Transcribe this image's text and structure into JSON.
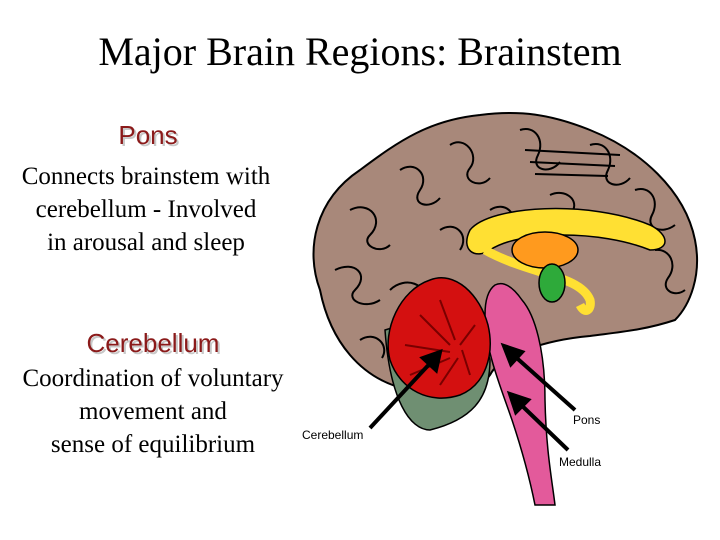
{
  "title": "Major Brain Regions: Brainstem",
  "pons": {
    "heading": "Pons",
    "lines": [
      "Connects brainstem with",
      "cerebellum - Involved",
      "in arousal and sleep"
    ]
  },
  "cerebellum": {
    "heading": "Cerebellum",
    "lines": [
      "Coordination of voluntary",
      "movement and",
      "sense of equilibrium"
    ]
  },
  "diagram_labels": {
    "cerebellum": "Cerebellum",
    "pons": "Pons",
    "medulla": "Medulla"
  },
  "colors": {
    "heading": "#8b1a1a",
    "cortex": "#a8887a",
    "cerebellum": "#d41010",
    "brainstem": "#e35a9b",
    "thalamus": "#ffdd22",
    "hypothalamus": "#2eaa3a"
  }
}
